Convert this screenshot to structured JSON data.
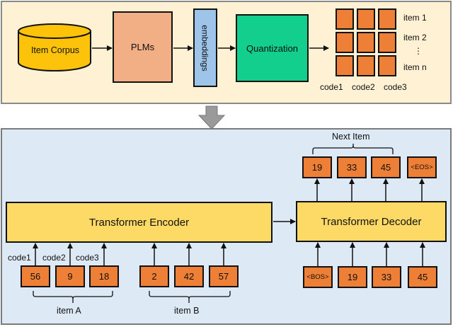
{
  "top_panel": {
    "corpus_label": "Item Corpus",
    "plms_label": "PLMs",
    "embeddings_label": "embeddings",
    "quantization_label": "Quantization",
    "grid_row_labels": [
      "item 1",
      "item 2",
      "⋮",
      "item n"
    ],
    "grid_col_labels": [
      "code1",
      "code2",
      "code3"
    ]
  },
  "bottom_panel": {
    "encoder_label": "Transformer Encoder",
    "decoder_label": "Transformer Decoder",
    "next_item_label": "Next Item",
    "code_labels": [
      "code1",
      "code2",
      "code3"
    ],
    "item_a": {
      "label": "item A",
      "codes": [
        "56",
        "9",
        "18"
      ]
    },
    "item_b": {
      "label": "item B",
      "codes": [
        "2",
        "42",
        "57"
      ]
    },
    "decoder_inputs": [
      "<BOS>",
      "19",
      "33",
      "45"
    ],
    "decoder_outputs": [
      "19",
      "33",
      "45",
      "<EOS>"
    ]
  },
  "colors": {
    "top_bg": "#fff2d4",
    "bottom_bg": "#dde9f5",
    "corpus": "#fdc20a",
    "plms": "#f2ae85",
    "embeddings": "#9ec4ea",
    "quantization": "#12cf8d",
    "token": "#ee7f36",
    "transformer": "#fdd966"
  }
}
